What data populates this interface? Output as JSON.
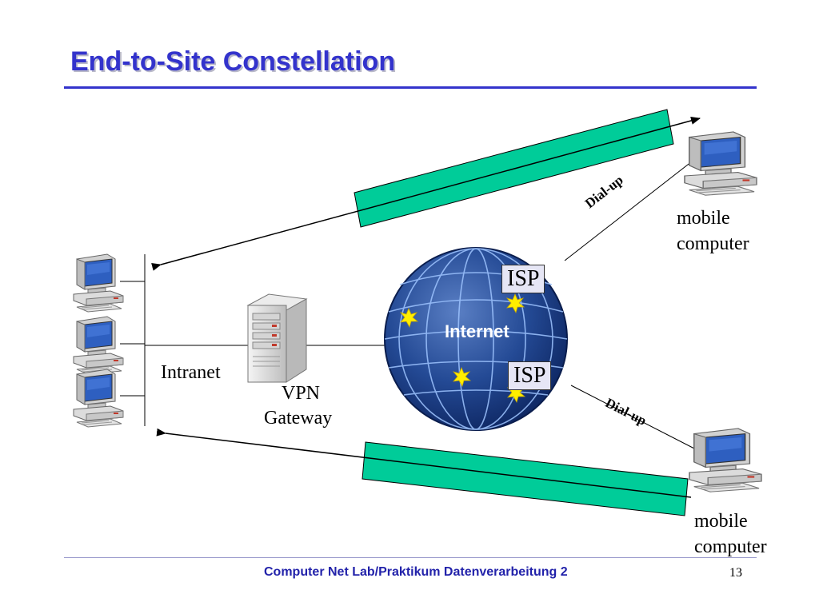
{
  "title": "End-to-Site Constellation",
  "labels": {
    "intranet": "Intranet",
    "vpn_gateway_line1": "VPN",
    "vpn_gateway_line2": "Gateway",
    "internet": "Internet",
    "isp_top": "ISP",
    "isp_bottom": "ISP",
    "dialup_top": "Dial-up",
    "dialup_bottom": "Dial-up",
    "mobile_top_line1": "mobile",
    "mobile_top_line2": "computer",
    "mobile_bottom_line1": "mobile",
    "mobile_bottom_line2": "computer"
  },
  "footer": {
    "text": "Computer Net Lab/Praktikum Datenverarbeitung 2",
    "page_number": "13"
  },
  "colors": {
    "title": "#3333cc",
    "tunnel": "#00cc99",
    "globe": "#1d3f86",
    "isp_box": "#e6e6f5"
  },
  "icons": [
    "desktop-computer-icon",
    "server-tower-icon",
    "globe-icon"
  ]
}
